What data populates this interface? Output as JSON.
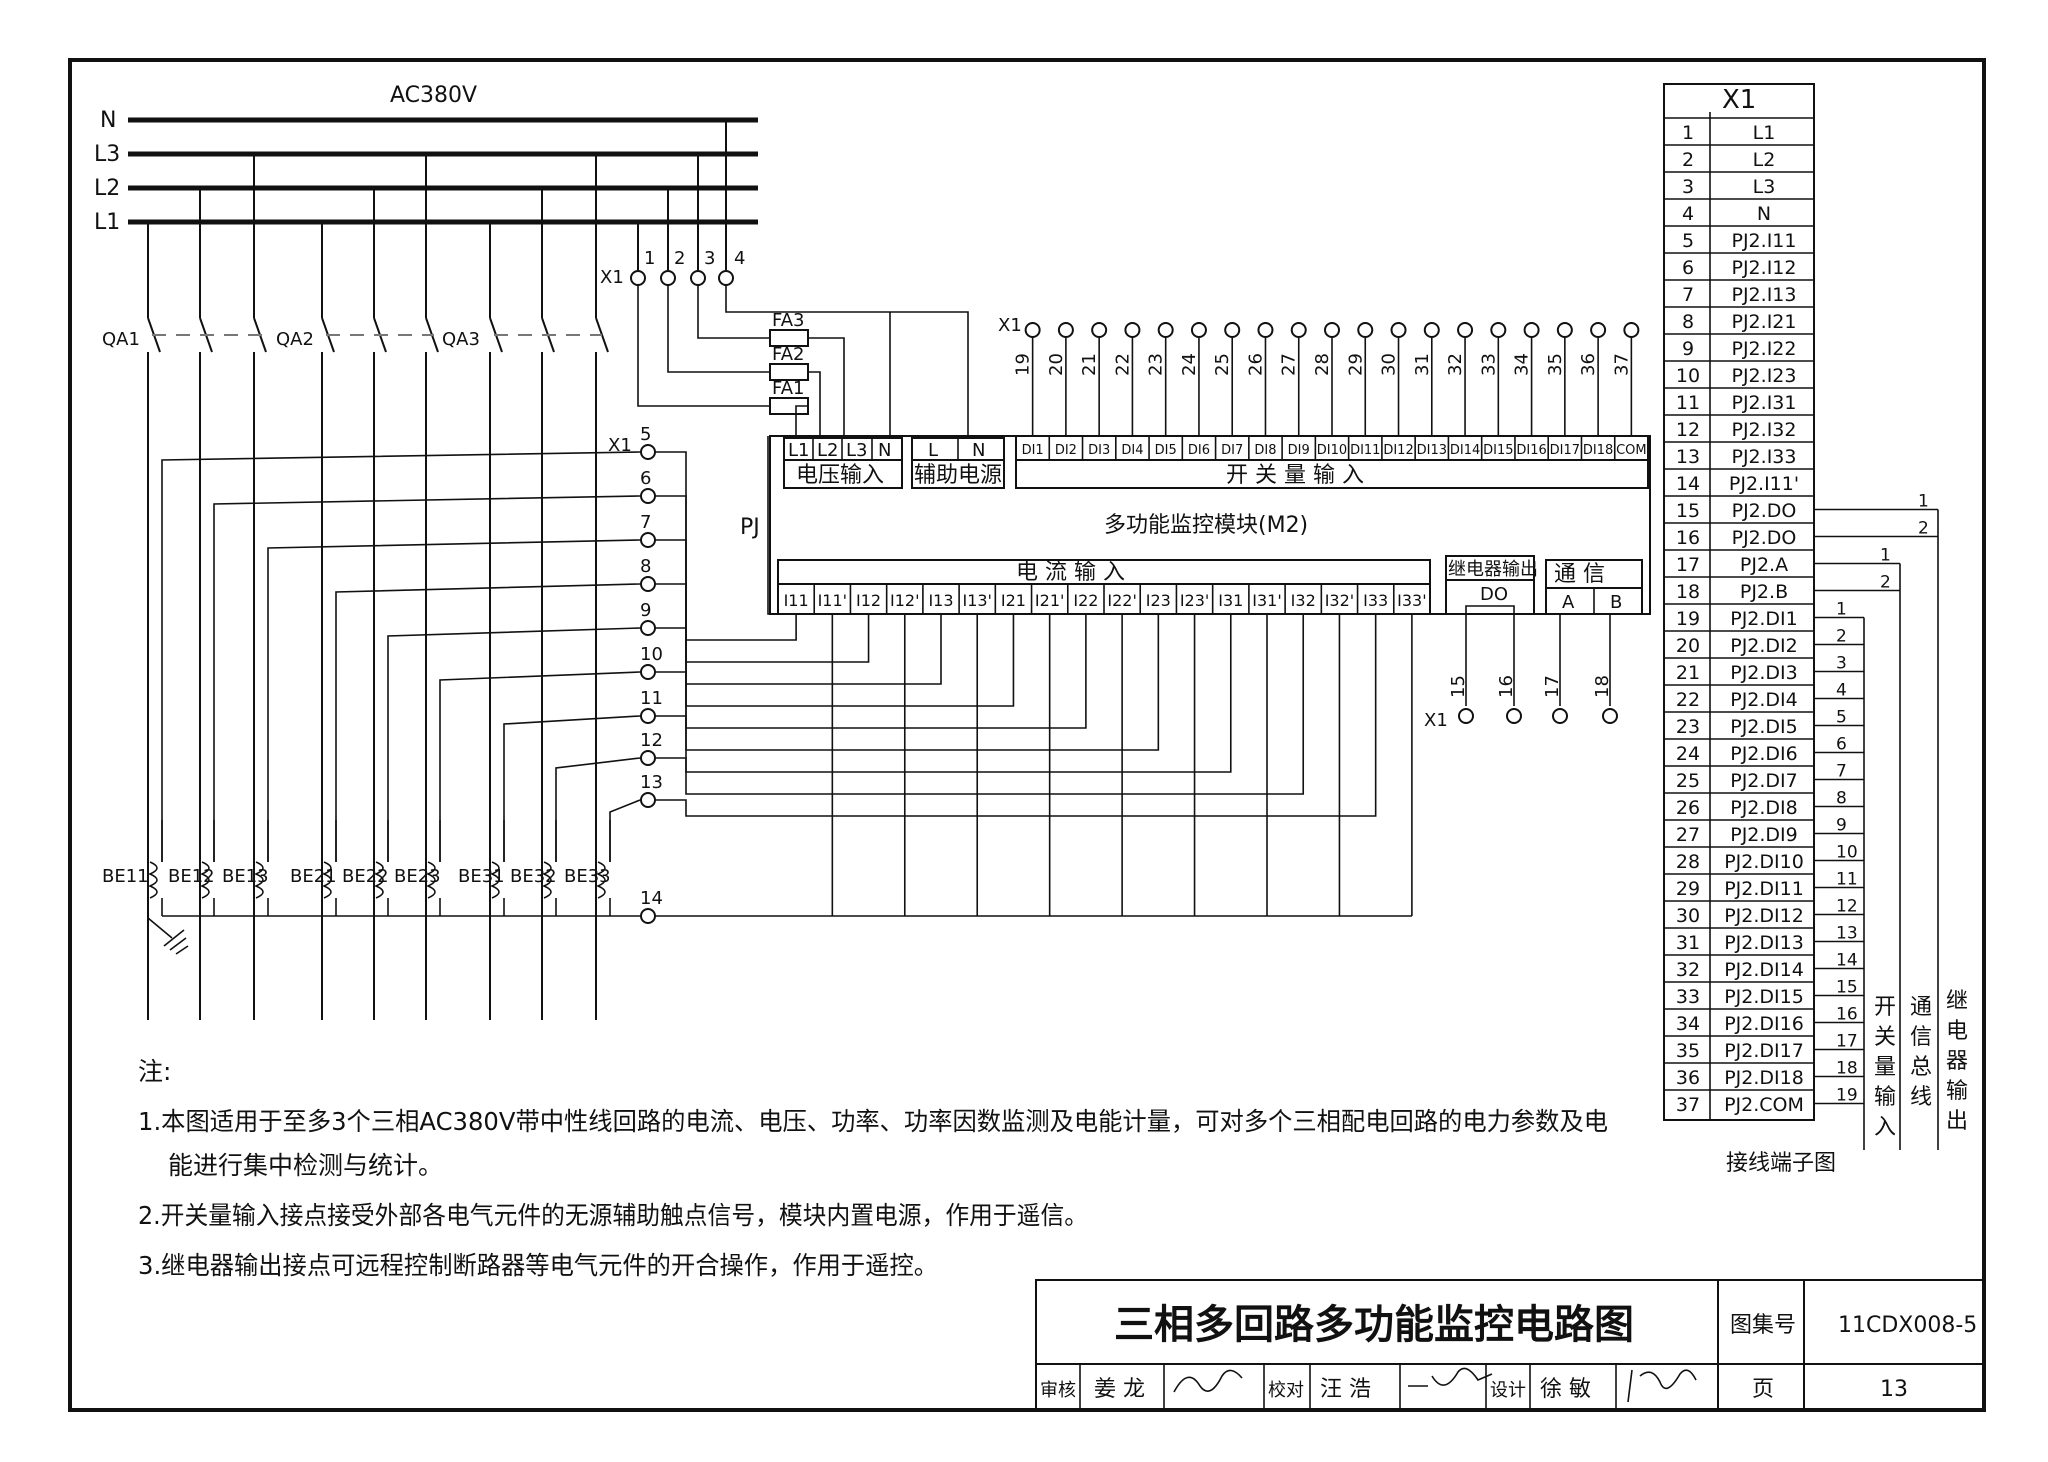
{
  "bus": {
    "voltage": "AC380V",
    "lines": [
      "N",
      "L3",
      "L2",
      "L1"
    ]
  },
  "breakers": [
    "QA1",
    "QA2",
    "QA3"
  ],
  "fuses": [
    "FA3",
    "FA2",
    "FA1"
  ],
  "pj_label": "PJ",
  "terminal_strip": "X1",
  "voltage_terminals": [
    "1",
    "2",
    "3",
    "4"
  ],
  "ct_terminals": [
    "5",
    "6",
    "7",
    "8",
    "9",
    "10",
    "11",
    "12",
    "13",
    "14"
  ],
  "di_terminals": [
    "19",
    "20",
    "21",
    "22",
    "23",
    "24",
    "25",
    "26",
    "27",
    "28",
    "29",
    "30",
    "31",
    "32",
    "33",
    "34",
    "35",
    "36",
    "37"
  ],
  "do_comm_terminals": [
    "15",
    "16",
    "17",
    "18"
  ],
  "module": {
    "voltage_pins": [
      "L1",
      "L2",
      "L3",
      "N"
    ],
    "voltage_label": "电压输入",
    "aux_pins": [
      "L",
      "N"
    ],
    "aux_label": "辅助电源",
    "di_pins": [
      "DI1",
      "DI2",
      "DI3",
      "DI4",
      "DI5",
      "DI6",
      "DI7",
      "DI8",
      "DI9",
      "DI10",
      "DI11",
      "DI12",
      "DI13",
      "DI14",
      "DI15",
      "DI16",
      "DI17",
      "DI18",
      "COM"
    ],
    "di_label": "开 关 量 输 入",
    "name": "多功能监控模块(M2)",
    "current_label": "电 流 输 入",
    "current_pins": [
      "I11",
      "I11'",
      "I12",
      "I12'",
      "I13",
      "I13'",
      "I21",
      "I21'",
      "I22",
      "I22'",
      "I23",
      "I23'",
      "I31",
      "I31'",
      "I32",
      "I32'",
      "I33",
      "I33'"
    ],
    "relay_label": "继电器输出",
    "relay_pin": "DO",
    "comm_label": "通 信",
    "comm_pins": [
      "A",
      "B"
    ]
  },
  "cts": [
    "BE11",
    "BE12",
    "BE13",
    "BE21",
    "BE22",
    "BE23",
    "BE31",
    "BE32",
    "BE33"
  ],
  "terminal_table": {
    "header": "X1",
    "rows": [
      [
        "1",
        "L1"
      ],
      [
        "2",
        "L2"
      ],
      [
        "3",
        "L3"
      ],
      [
        "4",
        "N"
      ],
      [
        "5",
        "PJ2.I11"
      ],
      [
        "6",
        "PJ2.I12"
      ],
      [
        "7",
        "PJ2.I13"
      ],
      [
        "8",
        "PJ2.I21"
      ],
      [
        "9",
        "PJ2.I22"
      ],
      [
        "10",
        "PJ2.I23"
      ],
      [
        "11",
        "PJ2.I31"
      ],
      [
        "12",
        "PJ2.I32"
      ],
      [
        "13",
        "PJ2.I33"
      ],
      [
        "14",
        "PJ2.I11'"
      ],
      [
        "15",
        "PJ2.DO"
      ],
      [
        "16",
        "PJ2.DO"
      ],
      [
        "17",
        "PJ2.A"
      ],
      [
        "18",
        "PJ2.B"
      ],
      [
        "19",
        "PJ2.DI1"
      ],
      [
        "20",
        "PJ2.DI2"
      ],
      [
        "21",
        "PJ2.DI3"
      ],
      [
        "22",
        "PJ2.DI4"
      ],
      [
        "23",
        "PJ2.DI5"
      ],
      [
        "24",
        "PJ2.DI6"
      ],
      [
        "25",
        "PJ2.DI7"
      ],
      [
        "26",
        "PJ2.DI8"
      ],
      [
        "27",
        "PJ2.DI9"
      ],
      [
        "28",
        "PJ2.DI10"
      ],
      [
        "29",
        "PJ2.DI11"
      ],
      [
        "30",
        "PJ2.DI12"
      ],
      [
        "31",
        "PJ2.DI13"
      ],
      [
        "32",
        "PJ2.DI14"
      ],
      [
        "33",
        "PJ2.DI15"
      ],
      [
        "34",
        "PJ2.DI16"
      ],
      [
        "35",
        "PJ2.DI17"
      ],
      [
        "36",
        "PJ2.DI18"
      ],
      [
        "37",
        "PJ2.COM"
      ]
    ],
    "relay_wires": [
      "1",
      "2"
    ],
    "comm_wires": [
      "1",
      "2"
    ],
    "di_wires": [
      "1",
      "2",
      "3",
      "4",
      "5",
      "6",
      "7",
      "8",
      "9",
      "10",
      "11",
      "12",
      "13",
      "14",
      "15",
      "16",
      "17",
      "18",
      "19"
    ],
    "col_di": "开关量输入",
    "col_comm": "通信总线",
    "col_relay": "继电器输出",
    "caption": "接线端子图"
  },
  "notes": {
    "title": "注:",
    "n1a": "1.本图适用于至多3个三相AC380V带中性线回路的电流、电压、功率、功率因数监测及电能计量，可对多个三相配电回路的电力参数及电",
    "n1b": "能进行集中检测与统计。",
    "n2": "2.开关量输入接点接受外部各电气元件的无源辅助触点信号，模块内置电源，作用于遥信。",
    "n3": "3.继电器输出接点可远程控制断路器等电气元件的开合操作，作用于遥控。"
  },
  "title_block": {
    "title": "三相多回路多功能监控电路图",
    "atlas_label": "图集号",
    "atlas_no": "11CDX008-5",
    "review_label": "审核",
    "reviewer": "姜 龙",
    "check_label": "校对",
    "checker": "汪 浩",
    "design_label": "设计",
    "designer": "徐 敏",
    "page_label": "页",
    "page_no": "13"
  }
}
